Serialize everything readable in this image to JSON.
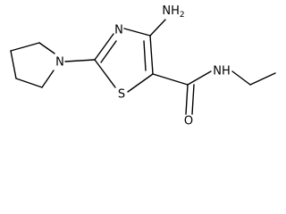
{
  "molecule": {
    "labels": {
      "amino": "NH",
      "amino_sub": "2",
      "ring_n": "N",
      "pyrrolidine_n": "N",
      "ring_s": "S",
      "amide_nh": "NH",
      "carbonyl_o": "O"
    },
    "colors": {
      "bond": "#000000",
      "text": "#000000",
      "background": "#ffffff"
    }
  }
}
